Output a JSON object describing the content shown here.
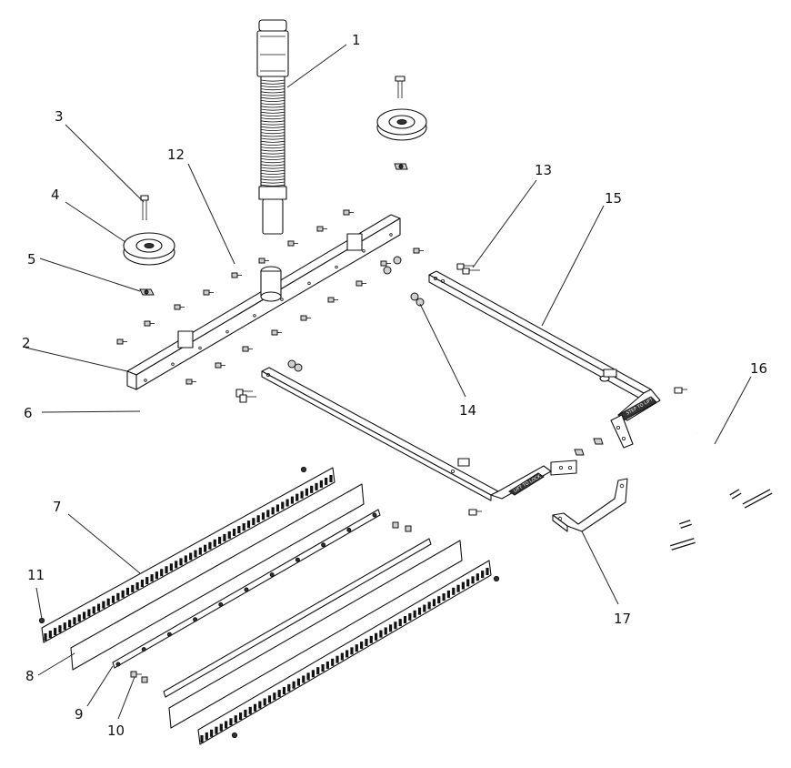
{
  "callouts": [
    {
      "id": "1",
      "text": "1"
    },
    {
      "id": "2",
      "text": "2"
    },
    {
      "id": "3",
      "text": "3"
    },
    {
      "id": "4",
      "text": "4"
    },
    {
      "id": "5",
      "text": "5"
    },
    {
      "id": "6",
      "text": "6"
    },
    {
      "id": "7",
      "text": "7"
    },
    {
      "id": "8",
      "text": "8"
    },
    {
      "id": "9",
      "text": "9"
    },
    {
      "id": "10",
      "text": "10"
    },
    {
      "id": "11",
      "text": "11"
    },
    {
      "id": "12",
      "text": "12"
    },
    {
      "id": "13",
      "text": "13"
    },
    {
      "id": "14",
      "text": "14"
    },
    {
      "id": "15",
      "text": "15"
    },
    {
      "id": "16",
      "text": "16"
    },
    {
      "id": "17",
      "text": "17"
    }
  ],
  "stamps": {
    "left_arm": "LIFT TO LOCK",
    "right_arm": "STEP TO LIFT"
  },
  "colors": {
    "line": "#111111",
    "fill": "#ffffff",
    "shadow": "#333333"
  }
}
